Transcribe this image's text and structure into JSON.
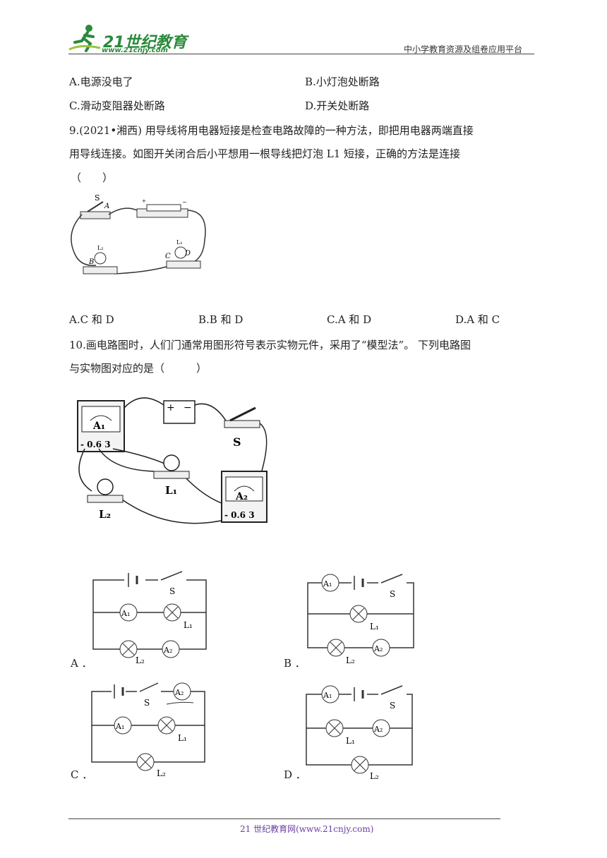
{
  "header": {
    "logo_text": "21世纪教育",
    "logo_url": "www.21cnjy.com",
    "platform": "中小学教育资源及组卷应用平台"
  },
  "q8_options": {
    "a": "A.电源没电了",
    "b": "B.小灯泡处断路",
    "c": "C.滑动变阻器处断路",
    "d": "D.开关处断路"
  },
  "q9": {
    "line1": "9.(2021•湘西) 用导线将用电器短接是检查电路故障的一种方法，即把用电器两端直接",
    "line2": "用导线连接。如图开关闭合后小平想用一根导线把灯泡 L1 短接，正确的方法是连接",
    "line3": "（　　）",
    "options": {
      "a": "A.C 和 D",
      "b": "B.B 和 D",
      "c": "C.A 和 D",
      "d": "D.A 和 C"
    },
    "figure": {
      "s": "S",
      "a": "A",
      "b": "B",
      "c": "C",
      "d": "D",
      "l1": "L₁",
      "l2": "L₂",
      "plus": "+",
      "minus": "−"
    }
  },
  "q10": {
    "line1": "10.画电路图时，人们门通常用图形符号表示实物元件，采用了“模型法”。 下列电路图",
    "line2": "与实物图对应的是（　　　）",
    "figure": {
      "a1": "A₁",
      "a2": "A₂",
      "l1": "L₁",
      "l2": "L₂",
      "s": "S",
      "scale": "- 0.6 3",
      "plus": "+",
      "minus": "−"
    },
    "options": {
      "a": "A ．",
      "b": "B ．",
      "c": "C ．",
      "d": "D ．"
    },
    "circuit_labels": {
      "s": "S",
      "a1": "A₁",
      "a2": "A₂",
      "l1": "L₁",
      "l2": "L₂"
    }
  },
  "footer": {
    "text": "21 世纪教育网(www.21cnjy.com)"
  }
}
